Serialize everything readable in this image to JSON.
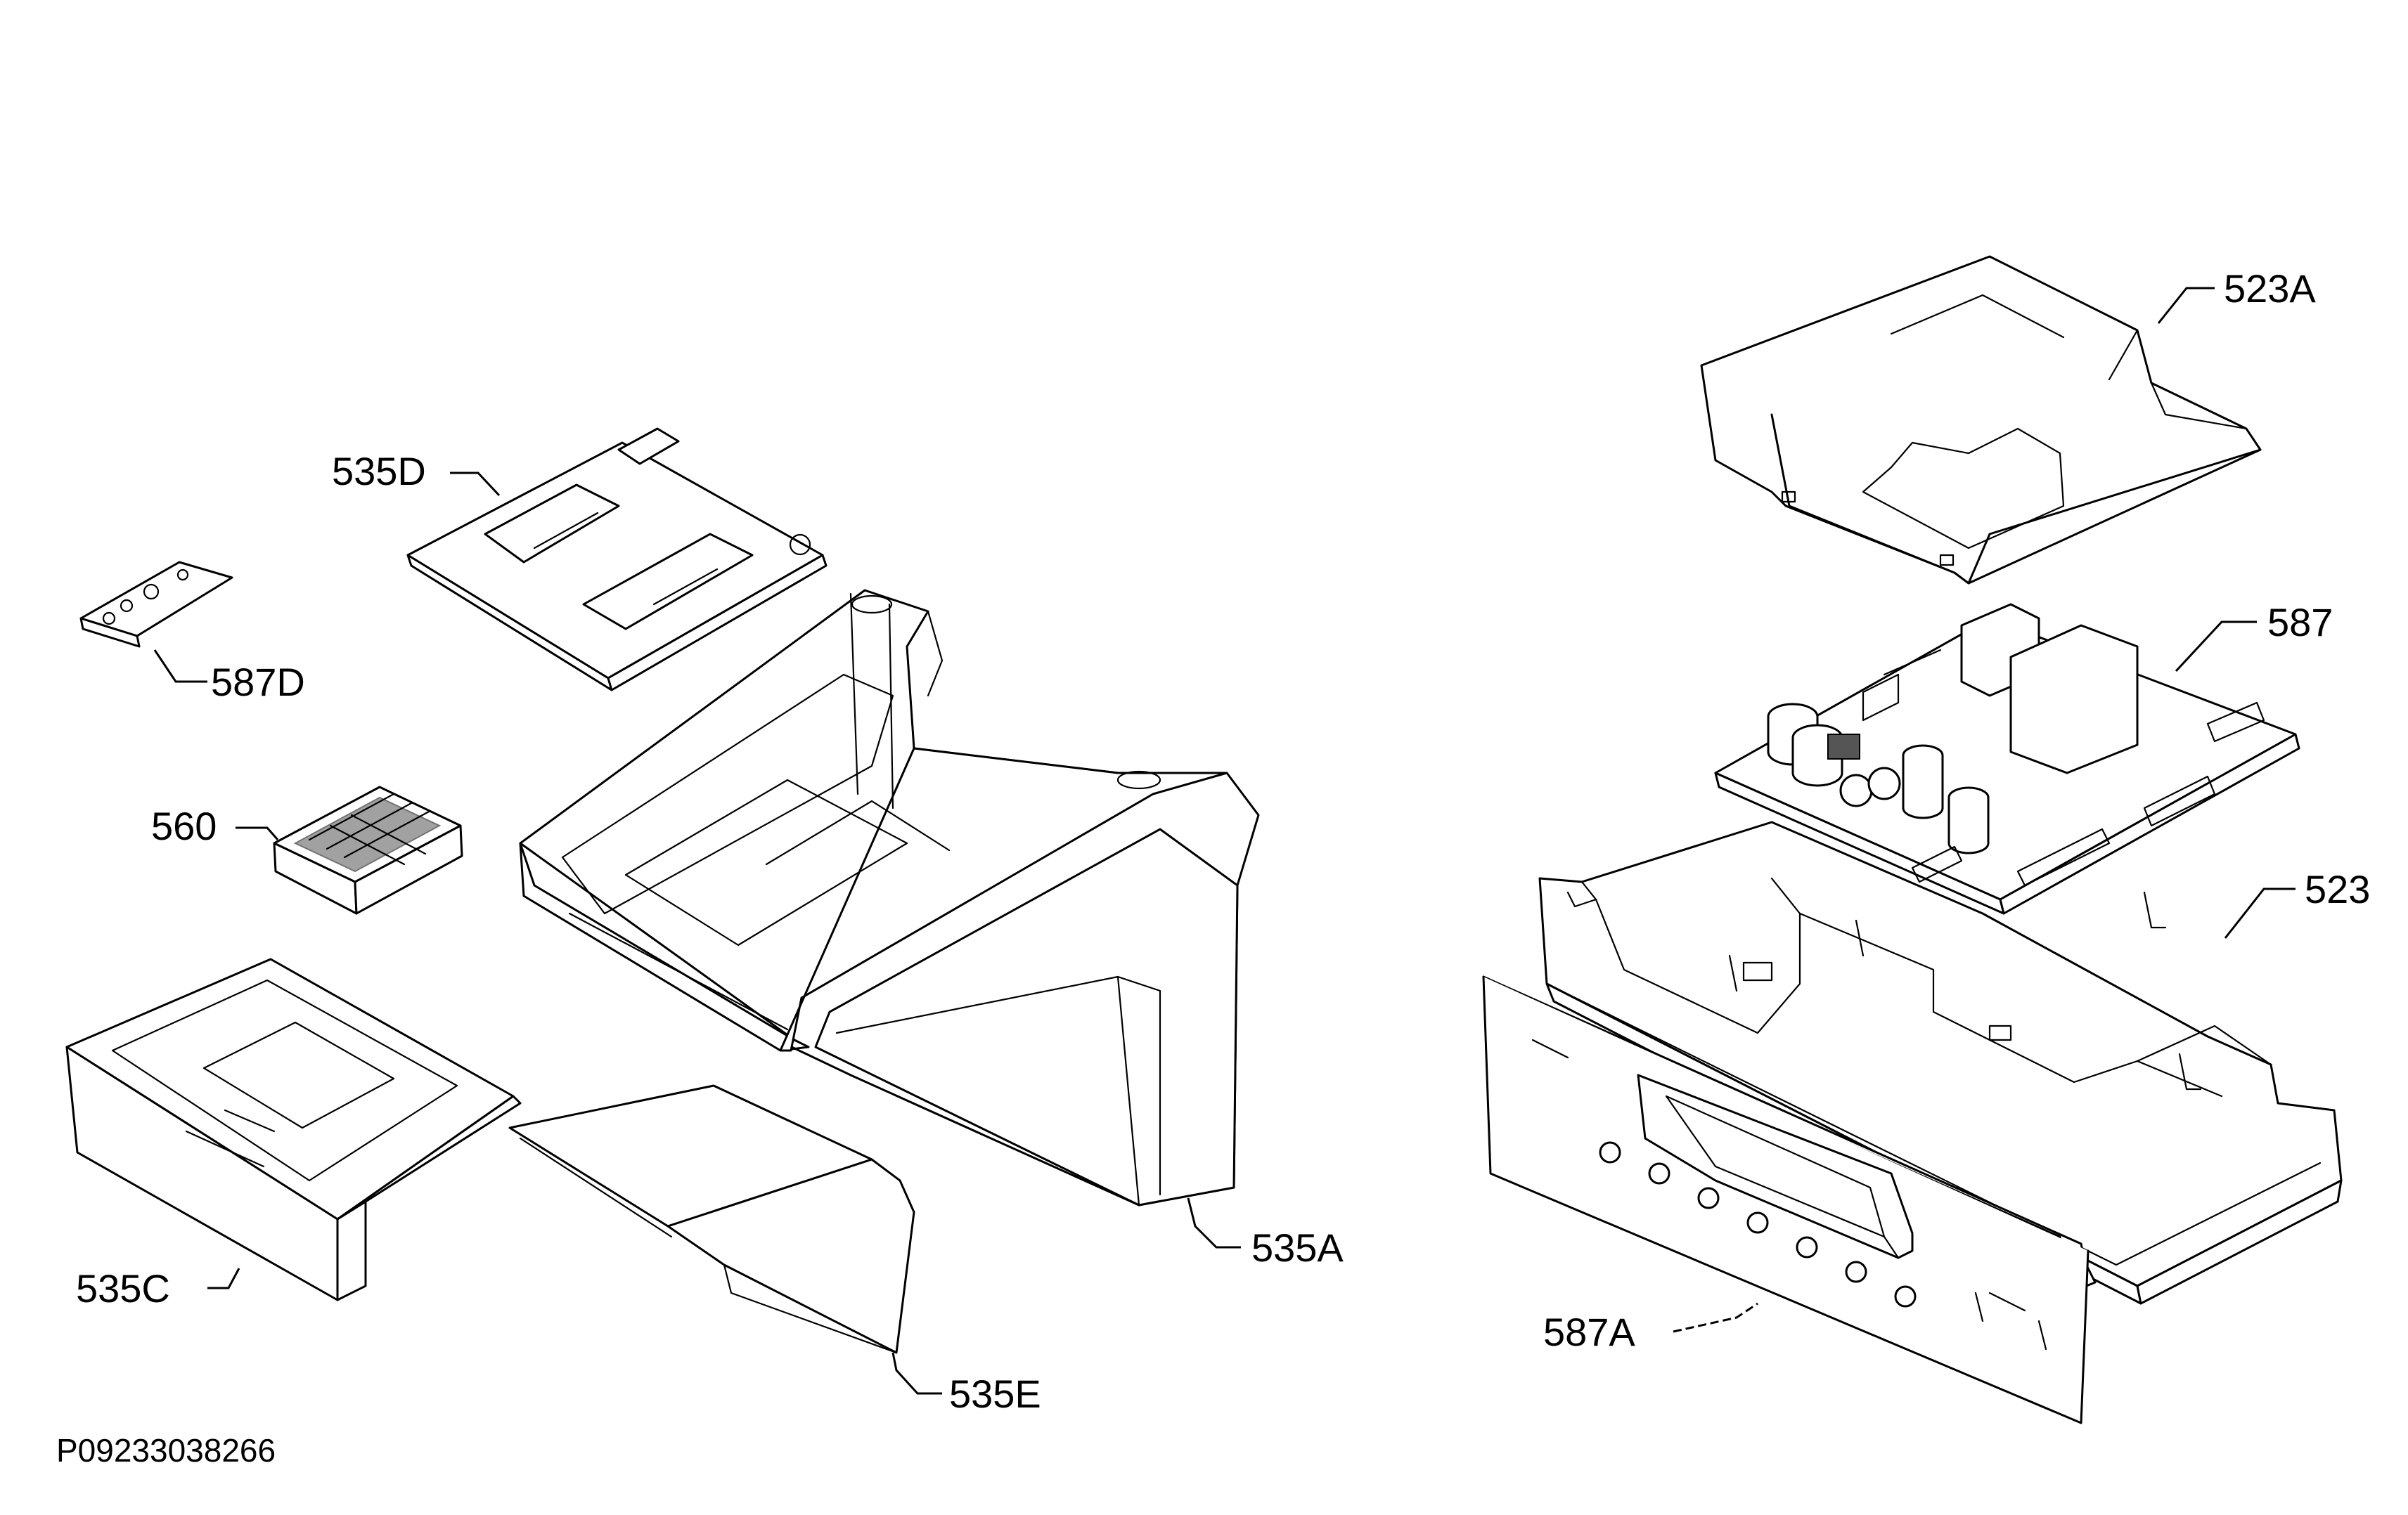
{
  "document_id": "P09233038266",
  "callouts": {
    "p523A": "523A",
    "p587": "587",
    "p523": "523",
    "p587A": "587A",
    "p535D": "535D",
    "p587D": "587D",
    "p560": "560",
    "p535C": "535C",
    "p535A": "535A",
    "p535E": "535E"
  }
}
